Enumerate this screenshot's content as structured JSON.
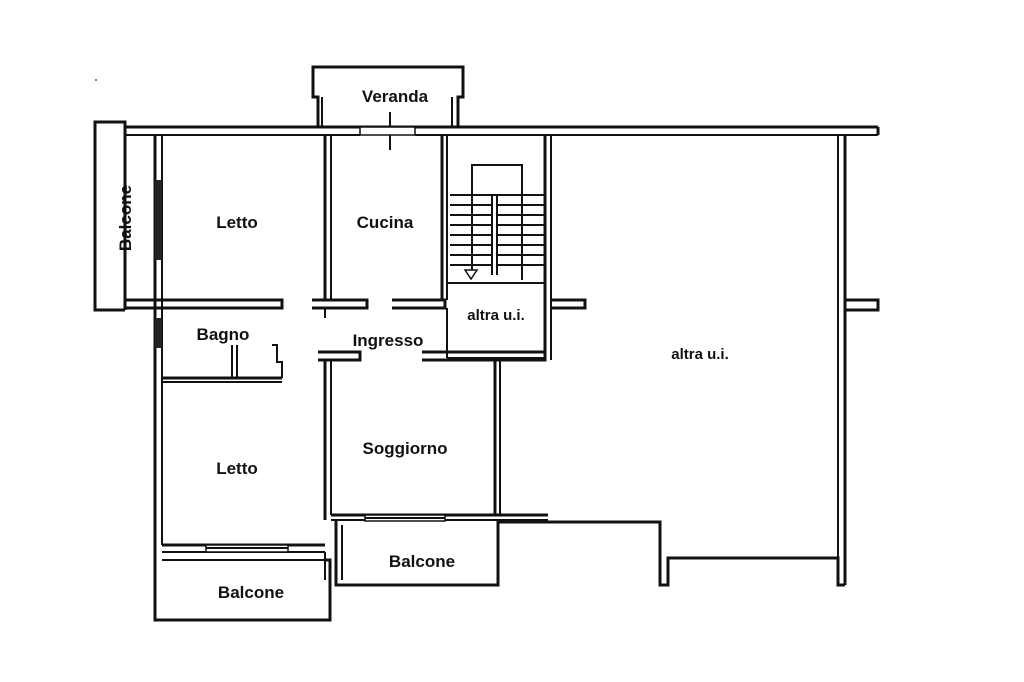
{
  "rooms": {
    "veranda": "Veranda",
    "balcone_left": "Balcone",
    "letto_top": "Letto",
    "cucina": "Cucina",
    "altra_ui_stair": "altra u.i.",
    "bagno": "Bagno",
    "ingresso": "Ingresso",
    "altra_ui_right": "altra u.i.",
    "letto_bottom": "Letto",
    "soggiorno": "Soggiorno",
    "balcone_bottom_mid": "Balcone",
    "balcone_bottom_left": "Balcone"
  },
  "icons": {
    "stair_arrow": "arrow-down-icon"
  }
}
